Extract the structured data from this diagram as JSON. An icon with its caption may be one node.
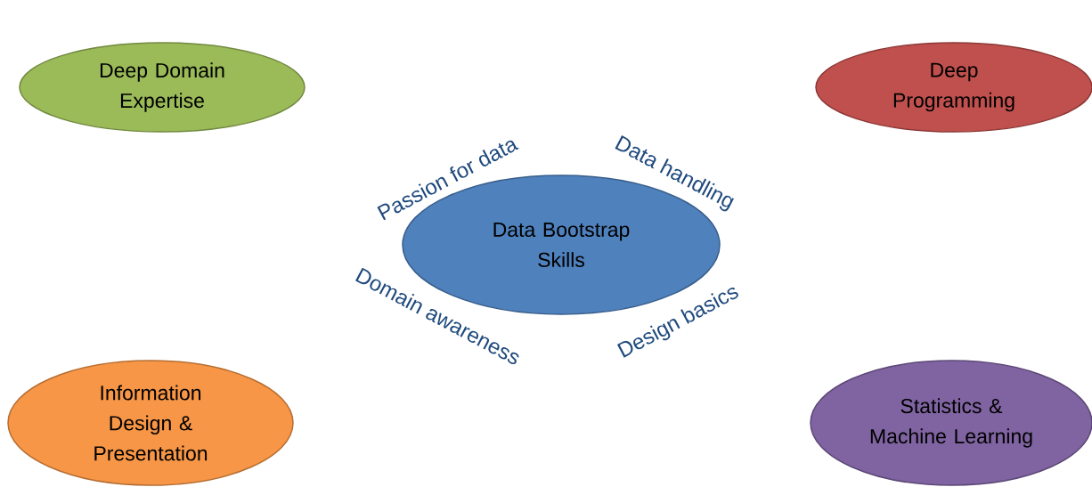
{
  "diagram": {
    "nodes": [
      {
        "text": [
          "Deep Domain Expertise"
        ]
      },
      {
        "text": [
          "Deep Programming"
        ]
      },
      {
        "text": [
          "Data Bootstrap Skills"
        ]
      },
      {
        "text": [
          "Information Design & Presentation"
        ]
      },
      {
        "text": [
          "Statistics & Machine Learning"
        ]
      }
    ],
    "labels": [
      "Passion for data",
      "Data handling",
      "Domain awareness",
      "Design basics"
    ]
  }
}
